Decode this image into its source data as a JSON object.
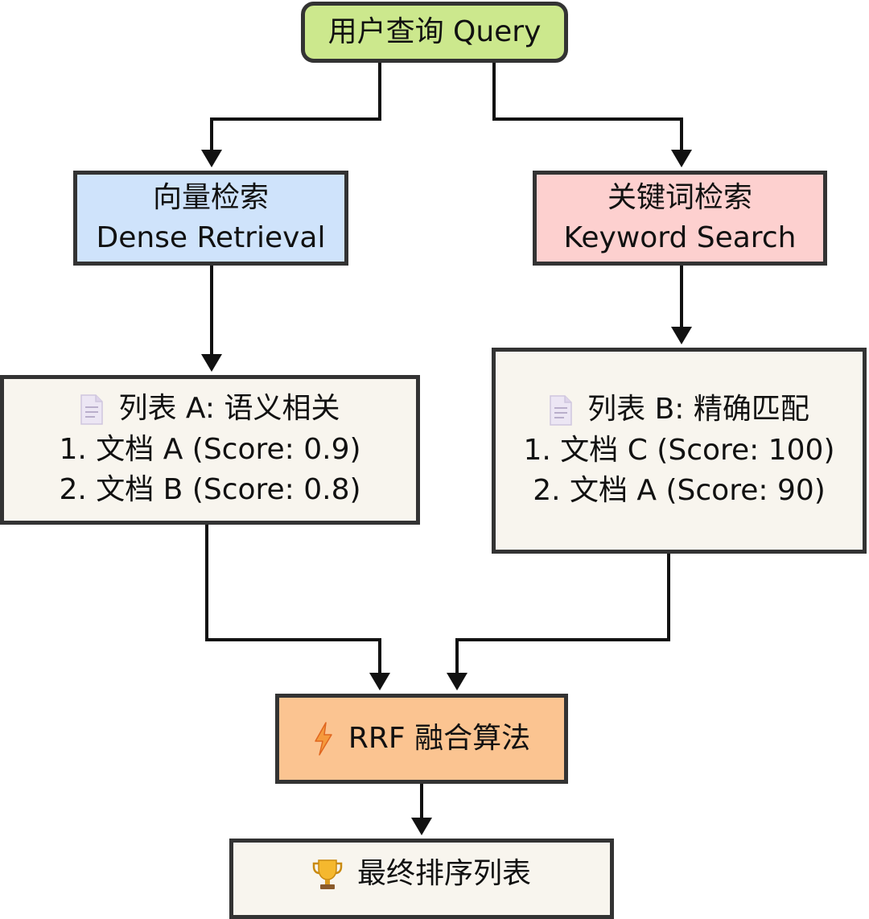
{
  "nodes": {
    "query": {
      "label": "用户查询 Query"
    },
    "dense": {
      "line1": "向量检索",
      "line2": "Dense Retrieval"
    },
    "keyword": {
      "line1": "关键词检索",
      "line2": "Keyword Search"
    },
    "list_a": {
      "icon": "document-icon",
      "title": "列表 A: 语义相关",
      "items": [
        "1. 文档 A (Score: 0.9)",
        "2. 文档 B (Score: 0.8)"
      ]
    },
    "list_b": {
      "icon": "document-icon",
      "title": "列表 B: 精确匹配",
      "items": [
        "1. 文档 C (Score: 100)",
        "2. 文档 A (Score: 90)"
      ]
    },
    "rrf": {
      "icon": "lightning-icon",
      "label": "RRF 融合算法"
    },
    "final": {
      "icon": "trophy-icon",
      "label": "最终排序列表"
    }
  },
  "colors": {
    "query_fill": "#cce88d",
    "dense_fill": "#cfe3fb",
    "keyword_fill": "#fdd0cf",
    "list_fill": "#f8f5ee",
    "rrf_fill": "#fbc491",
    "border": "#333333",
    "edge": "#111111"
  }
}
